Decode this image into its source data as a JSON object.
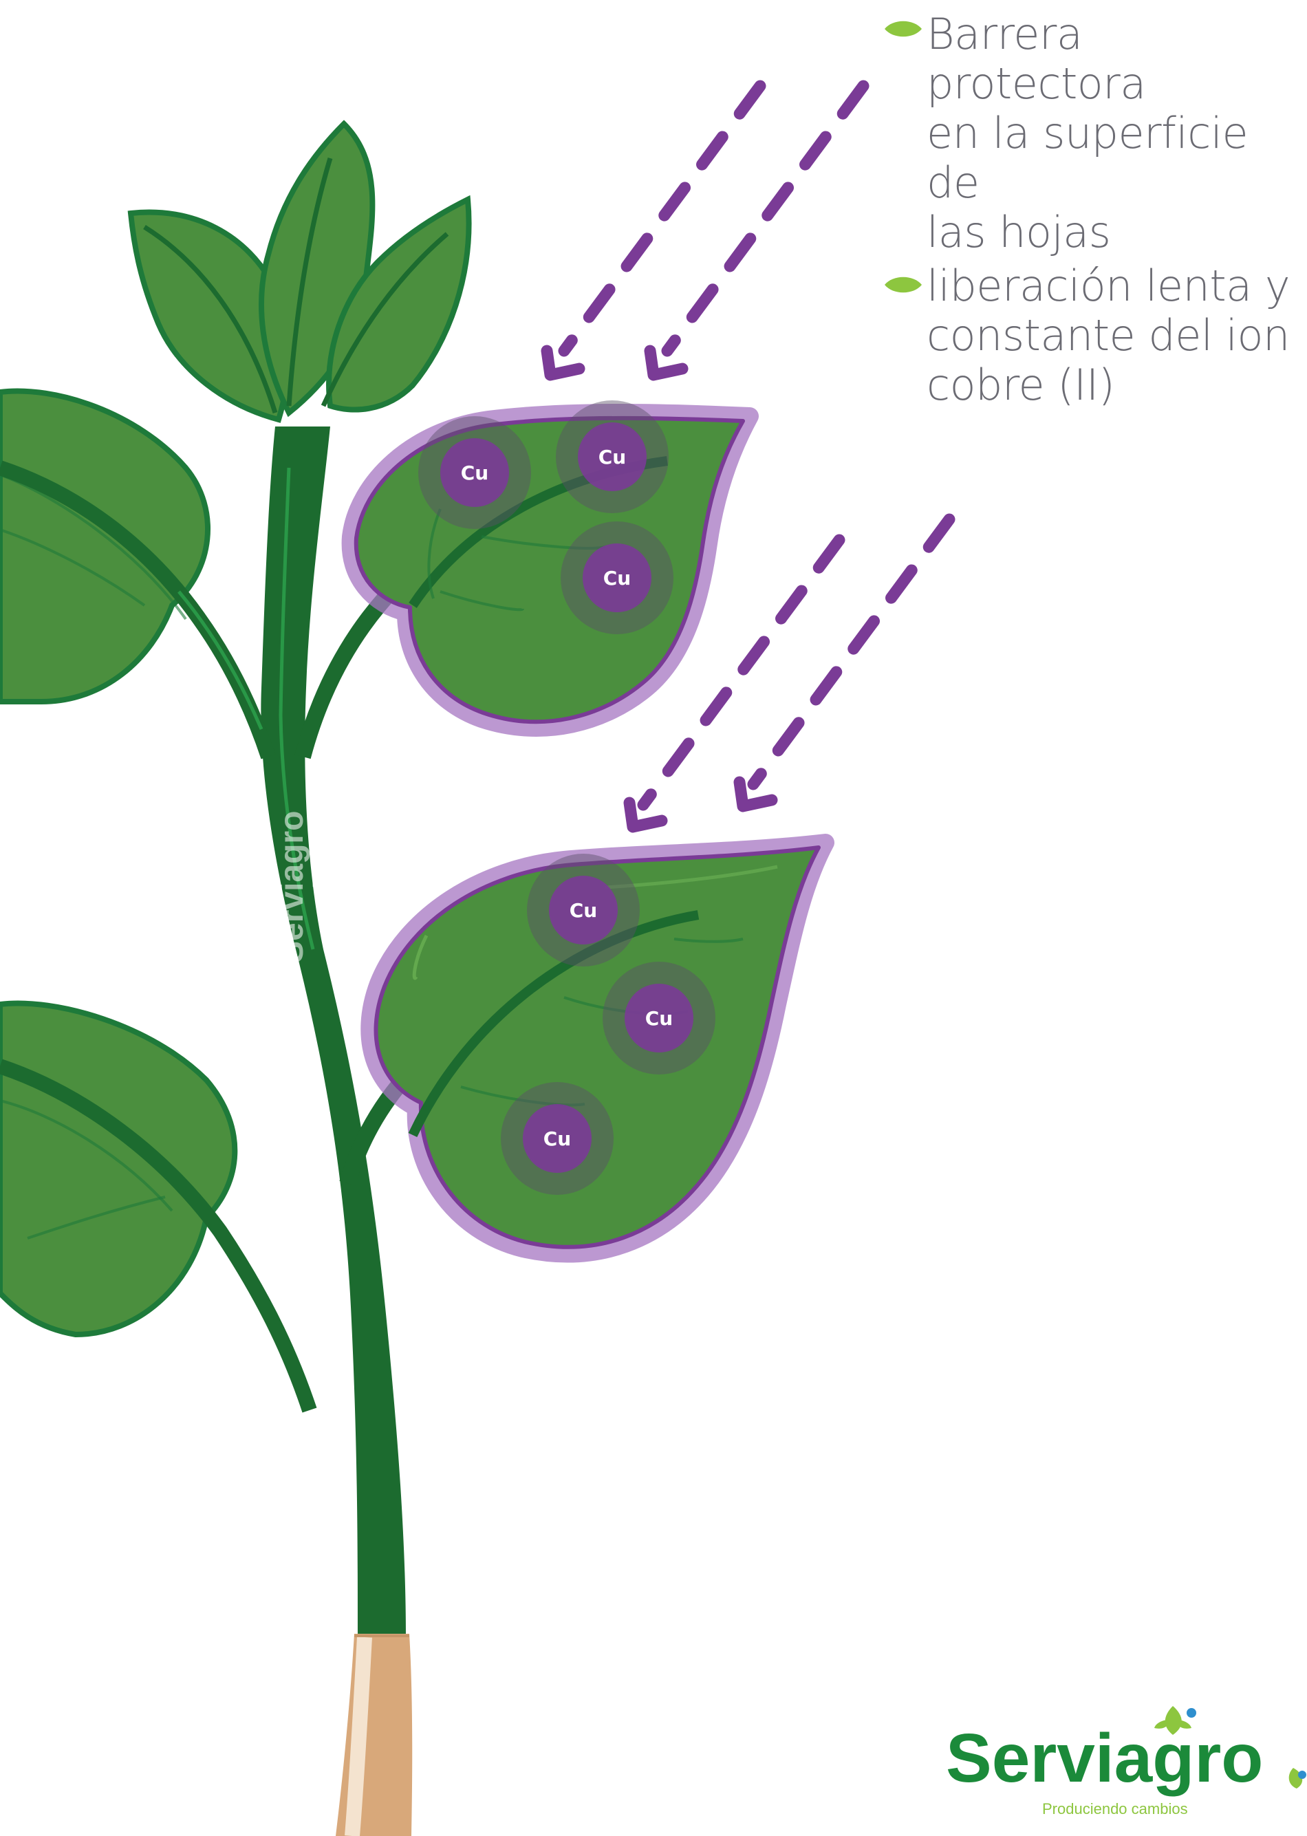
{
  "legend": {
    "item1": "Barrera protectora\nen la superficie de\nlas hojas",
    "item2": "liberación lenta y\nconstante del ion\ncobre (II)"
  },
  "ion_label": "Cu",
  "watermark": {
    "brand": "Serviagro",
    "tagline": "Produciendo cambios"
  },
  "logo": {
    "brand_prefix": "Servi",
    "brand_suffix": "agro",
    "tagline": "Produciendo cambios"
  },
  "colors": {
    "leaf_fill": "#4b8f3e",
    "leaf_stroke": "#1e7a3a",
    "stem_dark": "#1c6b2f",
    "copper_purple": "#7a3b96",
    "halo_purple": "#a676c2",
    "bullet_green": "#8dc63f",
    "text_gray": "#6b6b73",
    "root_tan": "#d8a87a"
  }
}
